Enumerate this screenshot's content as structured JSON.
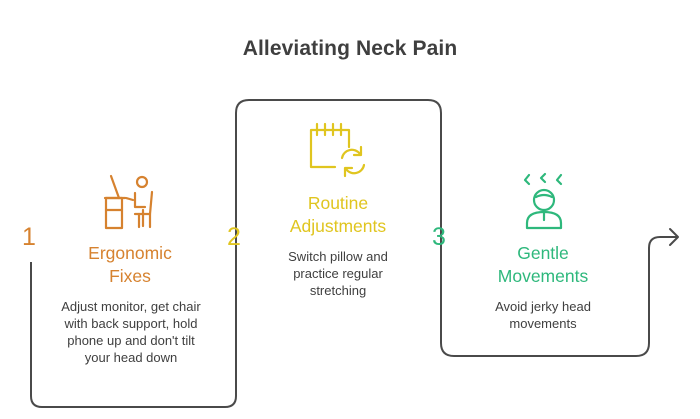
{
  "title": "Alleviating Neck Pain",
  "colors": {
    "step1": "#d6822f",
    "step2": "#e0c51f",
    "step3": "#2eb87c",
    "path": "#4a4a4a",
    "text": "#3f3f3f"
  },
  "steps": [
    {
      "number": "1",
      "title_line1": "Ergonomic",
      "title_line2": "Fixes",
      "description": "Adjust monitor, get chair with back support, hold phone up and don't tilt your head down",
      "icon": "person-at-desk-icon"
    },
    {
      "number": "2",
      "title_line1": "Routine",
      "title_line2": "Adjustments",
      "description": "Switch pillow and practice regular stretching",
      "icon": "calendar-refresh-icon"
    },
    {
      "number": "3",
      "title_line1": "Gentle",
      "title_line2": "Movements",
      "description": "Avoid jerky head movements",
      "icon": "stressed-person-icon"
    }
  ]
}
